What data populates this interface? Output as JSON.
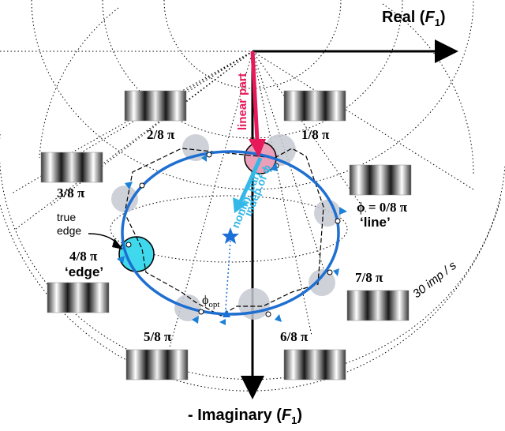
{
  "axes": {
    "real_prefix": "Real (",
    "real_sym": "F",
    "real_sub": "1",
    "real_suffix": ")",
    "imag_prefix": "- Imaginary (",
    "imag_sym": "F",
    "imag_sub": "1",
    "imag_suffix": ")"
  },
  "phases": [
    {
      "label": "0/8 π",
      "prefix": "ϕ = "
    },
    {
      "label": "1/8 π"
    },
    {
      "label": "2/8 π"
    },
    {
      "label": "3/8 π"
    },
    {
      "label": "4/8 π"
    },
    {
      "label": "5/8 π"
    },
    {
      "label": "6/8 π"
    },
    {
      "label": "7/8 π"
    }
  ],
  "labels": {
    "line": "‘line’",
    "edge": "‘edge’",
    "true_edge_1": "true",
    "true_edge_2": "edge",
    "scale": "30 imp / s",
    "linear_part": "linear part",
    "nonlin_1": "nonlin. part",
    "nonlin_2": "indep.of ϕ",
    "phi_opt": "ϕ",
    "phi_opt_sub": "opt"
  },
  "colors": {
    "ellipse": "#1f6fd1",
    "linear_arrow": "#e8195a",
    "nonlin_arrow": "#33b8e8",
    "marker": "#1a80d8",
    "response_disk": "#c7c9d2",
    "cyan_disk": "#3fd8ec",
    "pink_disk": "#e9a0b8"
  }
}
